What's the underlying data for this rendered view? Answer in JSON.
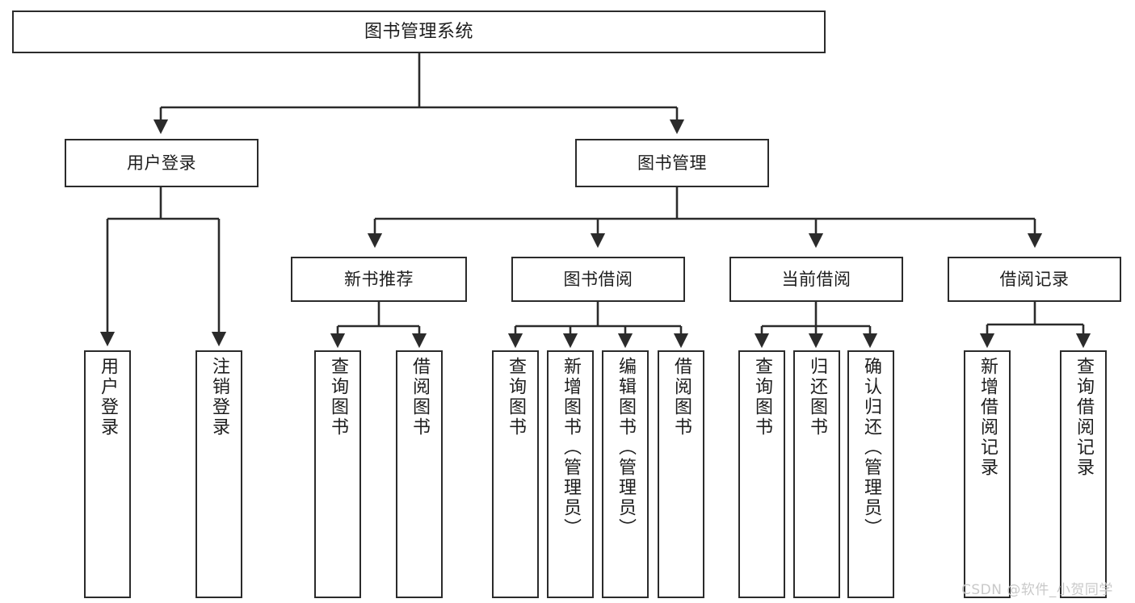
{
  "diagram": {
    "title": "图书管理系统",
    "type": "tree-hierarchy",
    "levels": 4
  },
  "nodes": {
    "root": {
      "label": "图书管理系统"
    },
    "level2": [
      {
        "id": "user-login",
        "label": "用户登录"
      },
      {
        "id": "book-management",
        "label": "图书管理"
      }
    ],
    "level3": [
      {
        "id": "new-book-recommend",
        "label": "新书推荐"
      },
      {
        "id": "book-borrow",
        "label": "图书借阅"
      },
      {
        "id": "current-borrow",
        "label": "当前借阅"
      },
      {
        "id": "borrow-record",
        "label": "借阅记录"
      }
    ],
    "leaves": {
      "user_login": [
        {
          "id": "leaf-user-login",
          "label": "用户登录"
        },
        {
          "id": "leaf-logout",
          "label": "注销登录"
        }
      ],
      "new_book_recommend": [
        {
          "id": "leaf-query-book-1",
          "label": "查询图书"
        },
        {
          "id": "leaf-borrow-book-1",
          "label": "借阅图书"
        }
      ],
      "book_borrow": [
        {
          "id": "leaf-query-book-2",
          "label": "查询图书"
        },
        {
          "id": "leaf-add-book",
          "label": "新增图书（管理员）"
        },
        {
          "id": "leaf-edit-book",
          "label": "编辑图书（管理员）"
        },
        {
          "id": "leaf-borrow-book-2",
          "label": "借阅图书"
        }
      ],
      "current_borrow": [
        {
          "id": "leaf-query-book-3",
          "label": "查询图书"
        },
        {
          "id": "leaf-return-book",
          "label": "归还图书"
        },
        {
          "id": "leaf-confirm-return",
          "label": "确认归还（管理员）"
        }
      ],
      "borrow_record": [
        {
          "id": "leaf-add-record",
          "label": "新增借阅记录"
        },
        {
          "id": "leaf-query-record",
          "label": "查询借阅记录"
        }
      ]
    }
  },
  "watermark": {
    "text": "CSDN @软件_小贺同学"
  },
  "colors": {
    "stroke": "#2b2b2b",
    "background": "#ffffff",
    "text": "#1d1d1d",
    "watermark": "#c9c9c9"
  }
}
